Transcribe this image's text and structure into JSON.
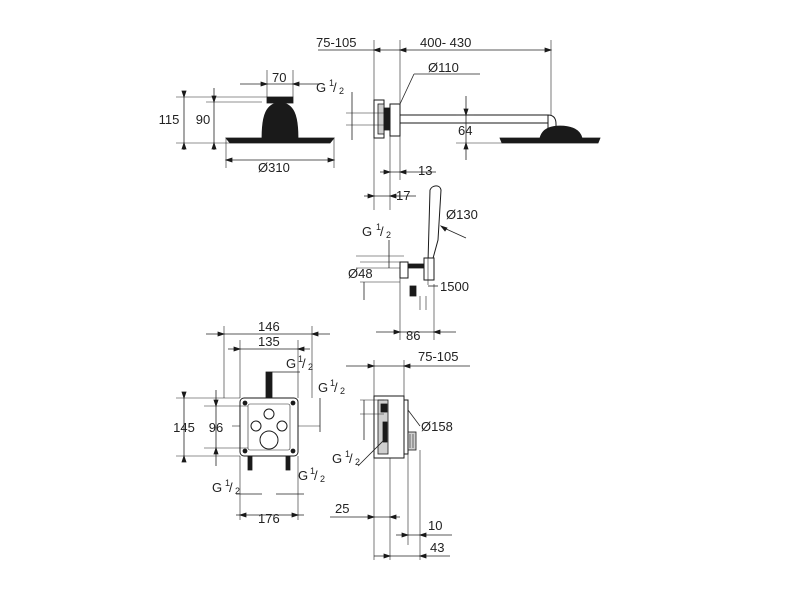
{
  "overhead_shower": {
    "width_top": "70",
    "height_total": "115",
    "height_partial": "90",
    "diameter": "Ø310"
  },
  "shower_arm": {
    "wall_depth": "75-105",
    "arm_length": "400- 430",
    "flange_diameter": "Ø110",
    "thread": "G",
    "thread_fraction_num": "1",
    "thread_fraction_den": "2",
    "drop": "64",
    "dim_13": "13",
    "dim_17": "17"
  },
  "hand_shower": {
    "diameter": "Ø130",
    "thread": "G",
    "thread_fraction_num": "1",
    "thread_fraction_den": "2",
    "holder_diameter": "Ø48",
    "hose_length": "1500",
    "depth": "86"
  },
  "thermostat_front": {
    "width_outer": "146",
    "width_inner": "135",
    "height_outer": "145",
    "height_inner": "96",
    "width_bottom": "176",
    "thread": "G",
    "thread_fraction_num": "1",
    "thread_fraction_den": "2"
  },
  "thermostat_side": {
    "wall_depth": "75-105",
    "diameter": "Ø158",
    "thread": "G",
    "thread_fraction_num": "1",
    "thread_fraction_den": "2",
    "dim_25": "25",
    "dim_10": "10",
    "dim_43": "43"
  }
}
